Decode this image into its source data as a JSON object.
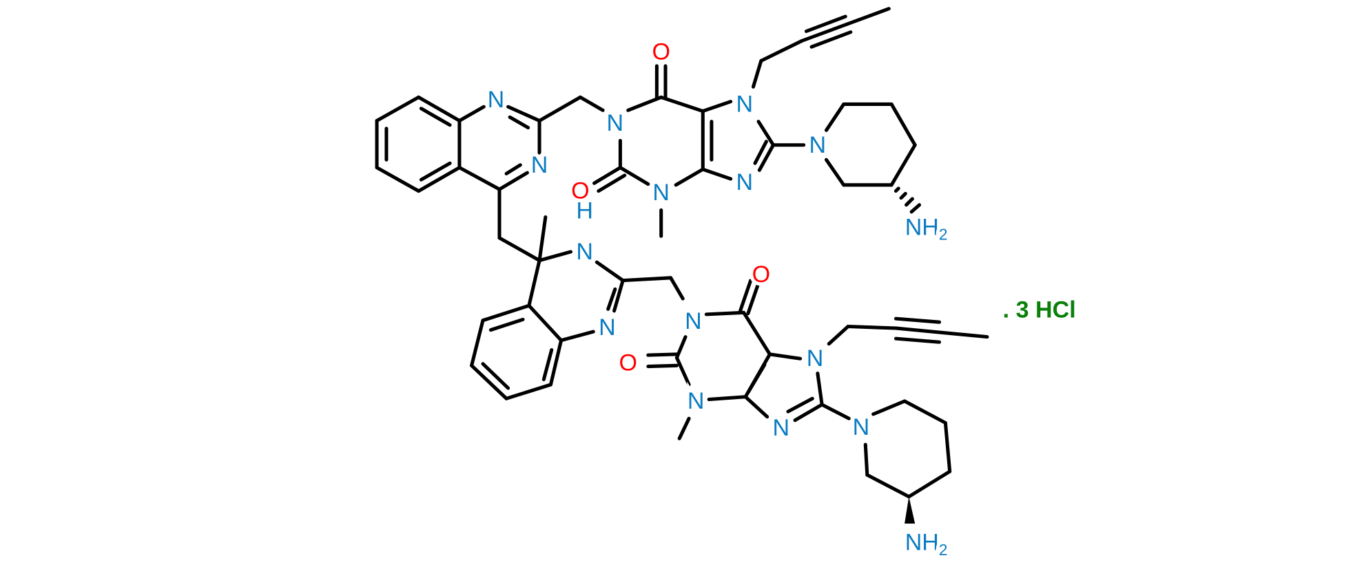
{
  "molecule": {
    "atoms": {
      "N": "N",
      "O": "O",
      "H": "H",
      "NH2": "NH",
      "sub2": "2"
    },
    "salt": ". 3 HCl"
  },
  "colors": {
    "nitrogen": "#0a7bc1",
    "oxygen": "#ff0000",
    "salt": "#098009",
    "bond": "#000000"
  }
}
